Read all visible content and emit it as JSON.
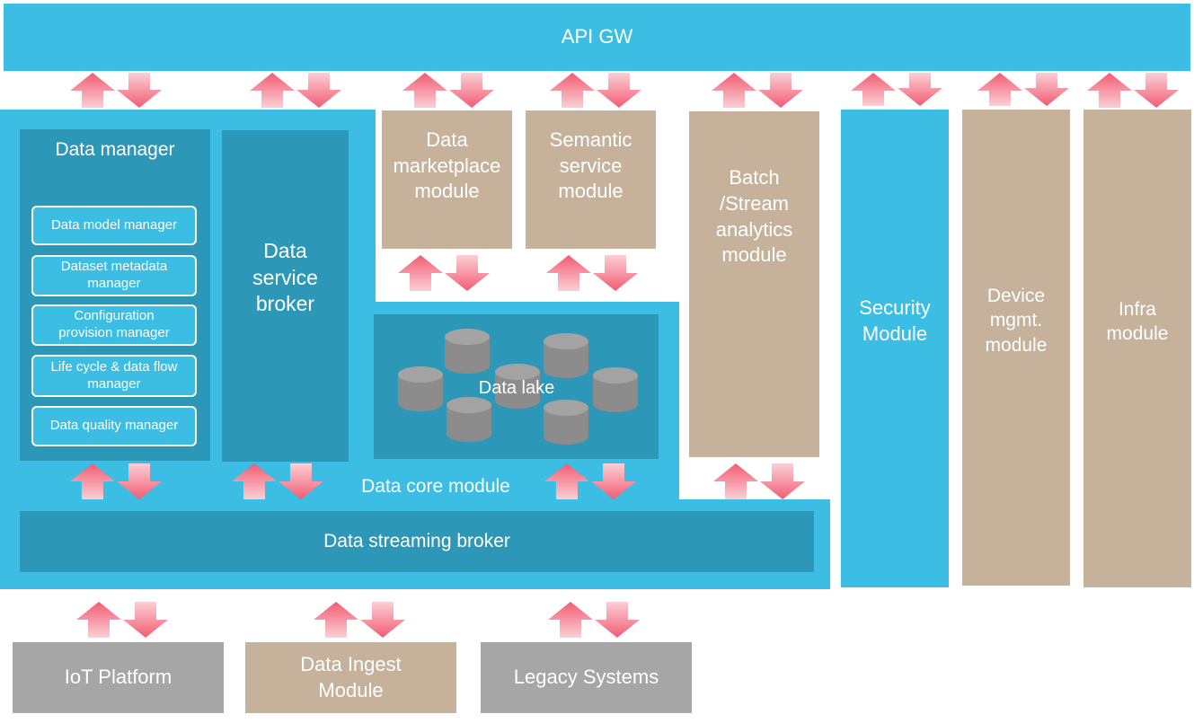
{
  "colors": {
    "blue": "#3bbde4",
    "dark_blue": "#2c97b6",
    "tan": "#c6b19a",
    "gray": "#a6a6a6",
    "arrow_pink": "#f47a8c",
    "cylinder": "#8c8c8c"
  },
  "api_gw": "API GW",
  "data_core": {
    "label": "Data core module",
    "data_manager": {
      "title": "Data manager",
      "items": [
        "Data model manager",
        "Dataset metadata\nmanager",
        "Configuration\nprovision manager",
        "Life cycle & data flow\nmanager",
        "Data quality manager"
      ]
    },
    "service_broker": "Data\nservice\nbroker",
    "data_lake": "Data lake",
    "streaming_broker": "Data streaming broker"
  },
  "modules": {
    "marketplace": "Data\nmarketplace\nmodule",
    "semantic": "Semantic\nservice\nmodule",
    "batch": "Batch\n/Stream\nanalytics\nmodule",
    "security": "Security\nModule",
    "device": "Device\nmgmt.\nmodule",
    "infra": "Infra\nmodule"
  },
  "sources": {
    "iot": "IoT Platform",
    "ingest": "Data Ingest\nModule",
    "legacy": "Legacy Systems"
  }
}
